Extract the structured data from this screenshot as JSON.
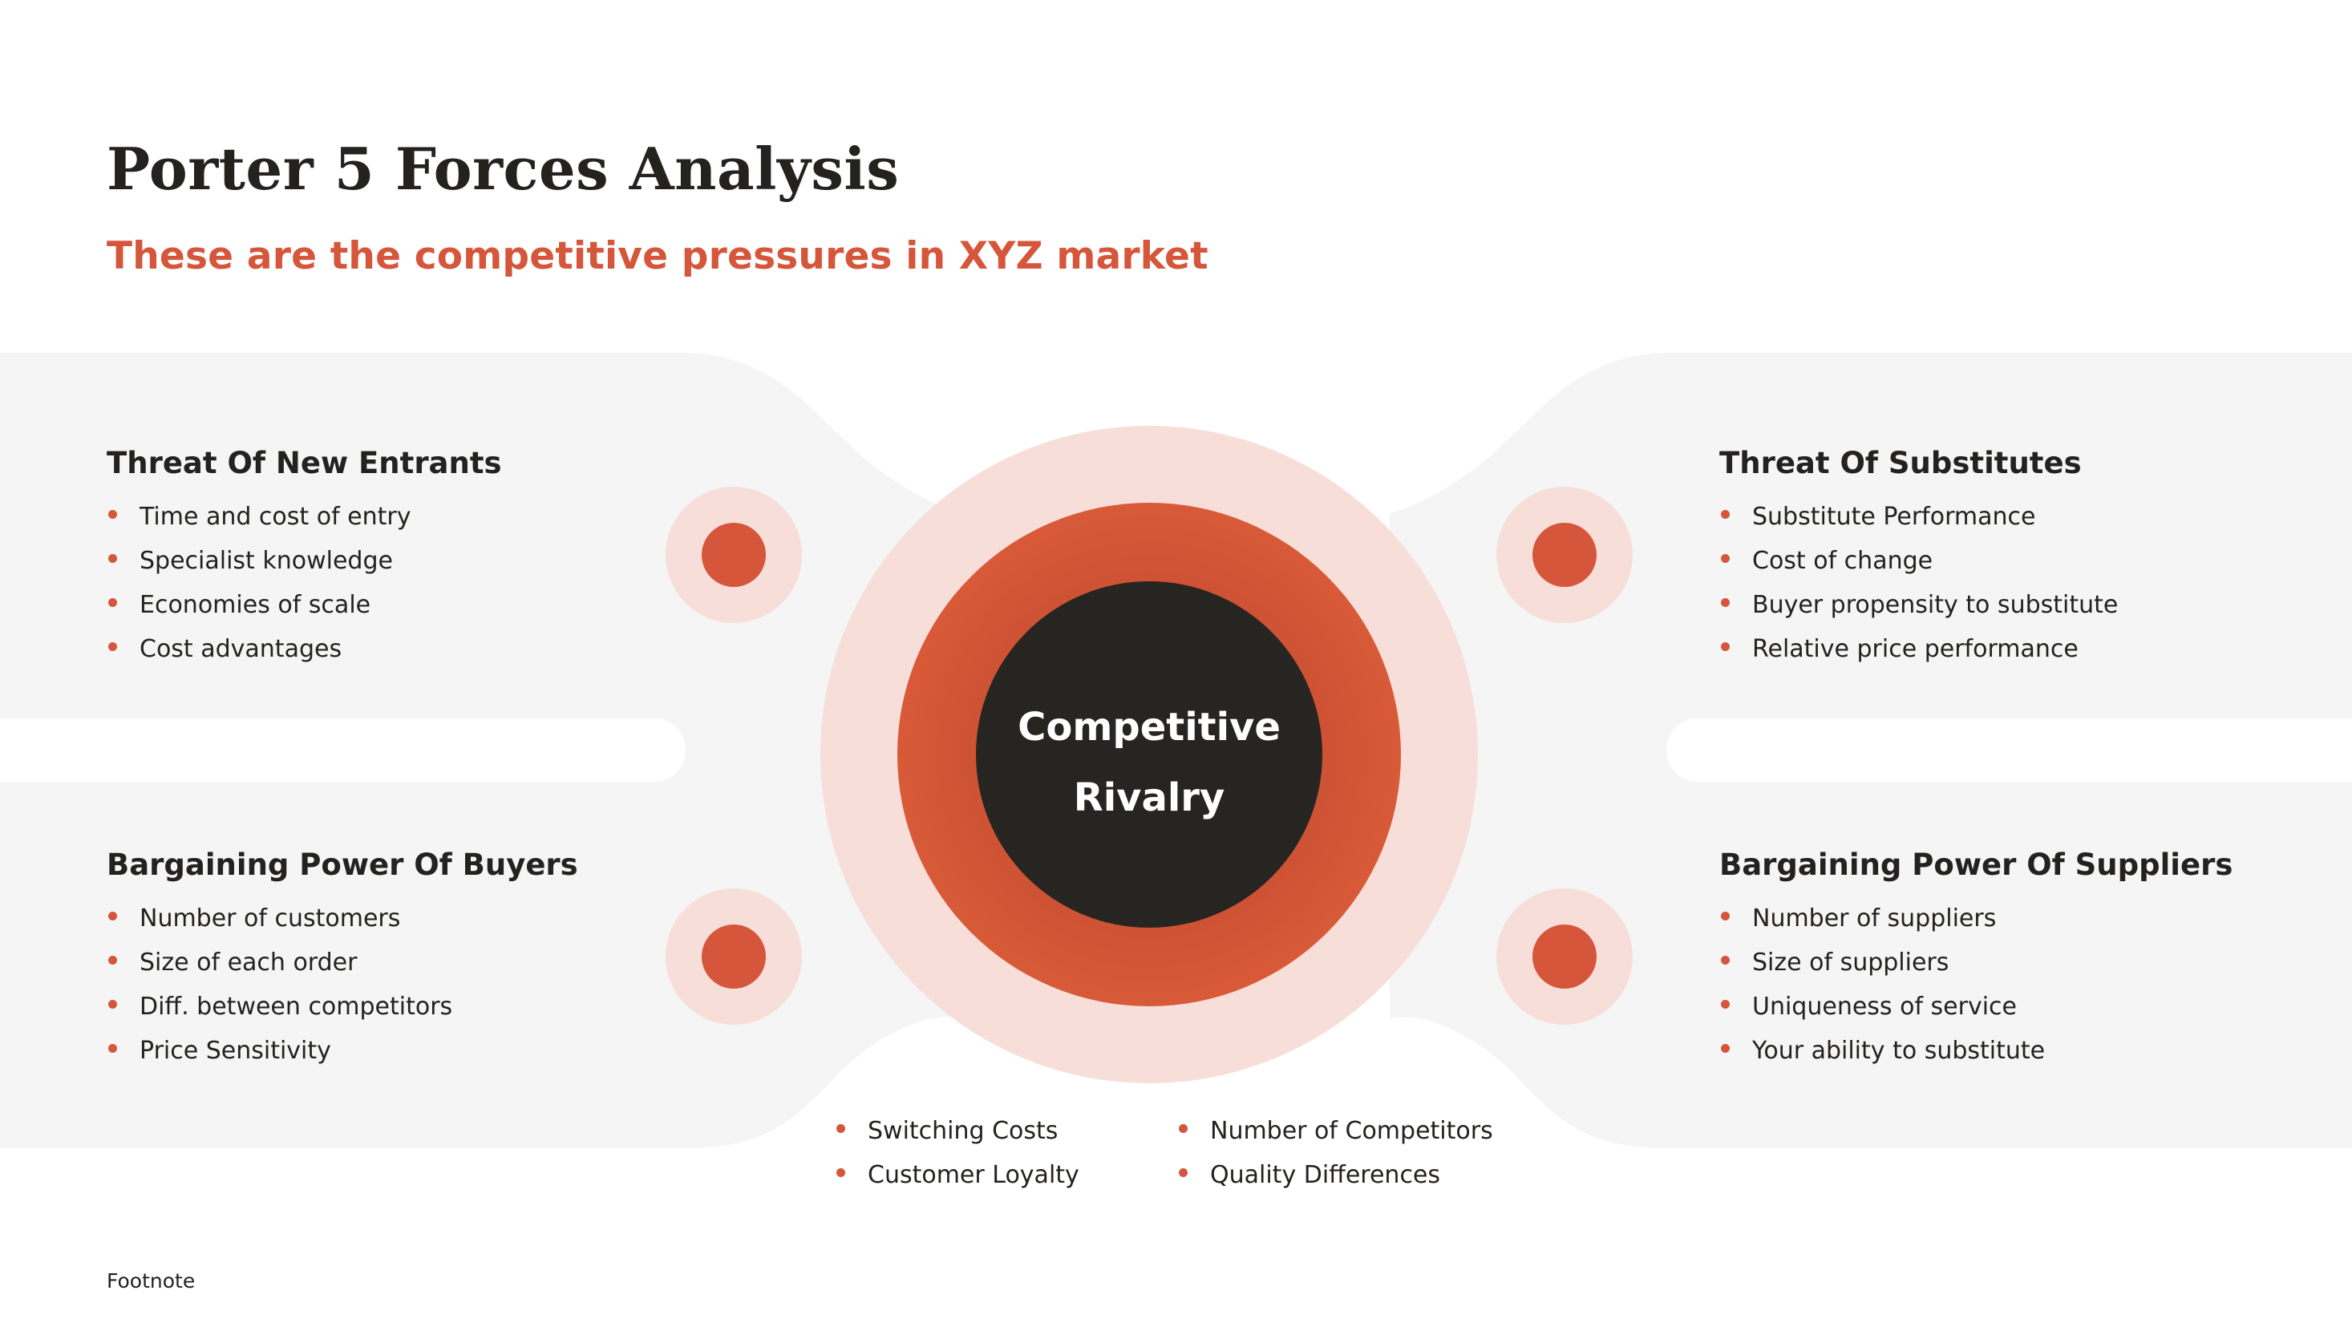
{
  "title": "Porter 5 Forces Analysis",
  "subtitle": "These are the competitive pressures in XYZ market",
  "colors": {
    "accent": "#d5563a",
    "dark": "#272521",
    "panel": "#f5f5f5",
    "halo": "#f7ded8"
  },
  "forces": {
    "new_entrants": {
      "title": "Threat Of New Entrants",
      "items": [
        "Time and cost of entry",
        "Specialist knowledge",
        "Economies of scale",
        "Cost advantages"
      ]
    },
    "substitutes": {
      "title": "Threat Of Substitutes",
      "items": [
        "Substitute Performance",
        "Cost of change",
        "Buyer propensity to substitute",
        "Relative price performance"
      ]
    },
    "buyers": {
      "title": "Bargaining Power Of Buyers",
      "items": [
        "Number of customers",
        "Size of each order",
        "Diff. between competitors",
        "Price Sensitivity"
      ]
    },
    "suppliers": {
      "title": "Bargaining Power Of Suppliers",
      "items": [
        "Number of suppliers",
        "Size of suppliers",
        "Uniqueness of service",
        "Your ability to substitute"
      ]
    }
  },
  "rivalry": {
    "label_line1": "Competitive",
    "label_line2": "Rivalry",
    "items_left": [
      "Switching Costs",
      "Customer Loyalty"
    ],
    "items_right": [
      "Number of Competitors",
      "Quality Differences"
    ]
  },
  "footnote": "Footnote"
}
